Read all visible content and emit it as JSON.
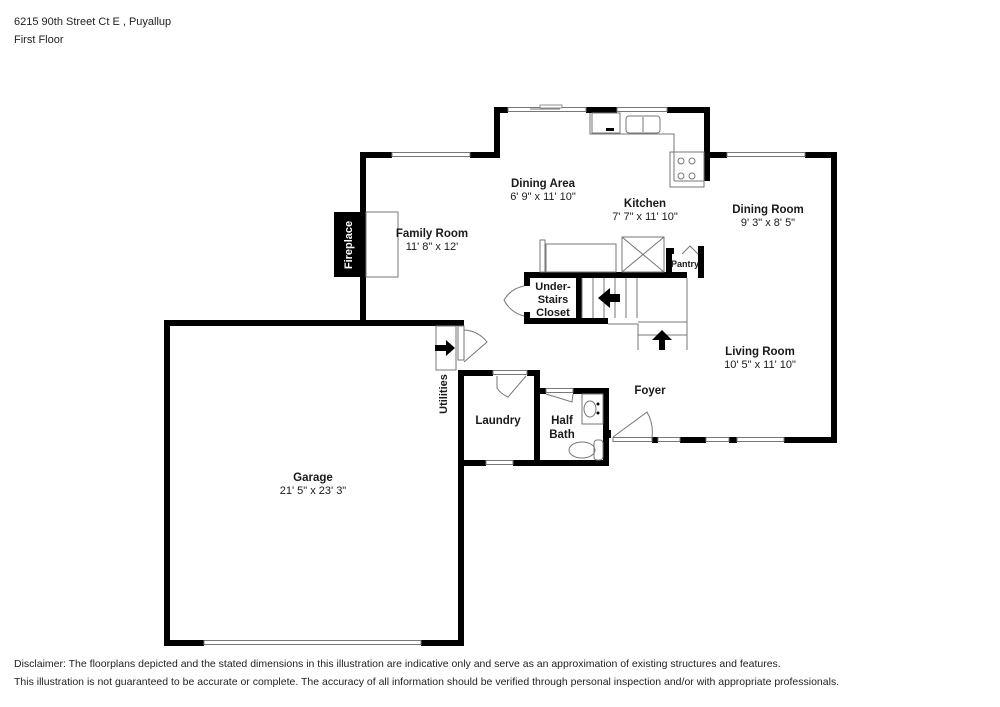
{
  "header": {
    "address": "6215 90th Street Ct E , Puyallup",
    "floor": "First Floor"
  },
  "rooms": {
    "family_room": {
      "name": "Family Room",
      "dims": "11' 8\" x 12'"
    },
    "dining_area": {
      "name": "Dining Area",
      "dims": "6' 9\" x 11' 10\""
    },
    "kitchen": {
      "name": "Kitchen",
      "dims": "7' 7\" x 11' 10\""
    },
    "dining_room": {
      "name": "Dining Room",
      "dims": "9' 3\" x 8' 5\""
    },
    "living_room": {
      "name": "Living Room",
      "dims": "10' 5\" x 11' 10\""
    },
    "garage": {
      "name": "Garage",
      "dims": "21' 5\" x 23' 3\""
    },
    "foyer": {
      "name": "Foyer"
    },
    "laundry": {
      "name": "Laundry"
    },
    "half_bath": {
      "line1": "Half",
      "line2": "Bath"
    },
    "under_stairs_closet": {
      "line1": "Under-",
      "line2": "Stairs",
      "line3": "Closet"
    },
    "pantry": {
      "name": "Pantry"
    },
    "fireplace": {
      "name": "Fireplace"
    },
    "utilities": {
      "name": "Utilities"
    }
  },
  "colors": {
    "wall": "#000000",
    "fixture": "#888888",
    "background": "#ffffff"
  },
  "disclaimer": {
    "line1": "Disclaimer: The floorplans depicted and the stated dimensions in this illustration are indicative only and serve as an approximation of existing structures and features.",
    "line2": "This illustration is not guaranteed to be accurate or complete. The accuracy of all information should be verified through personal inspection and/or with appropriate professionals."
  }
}
